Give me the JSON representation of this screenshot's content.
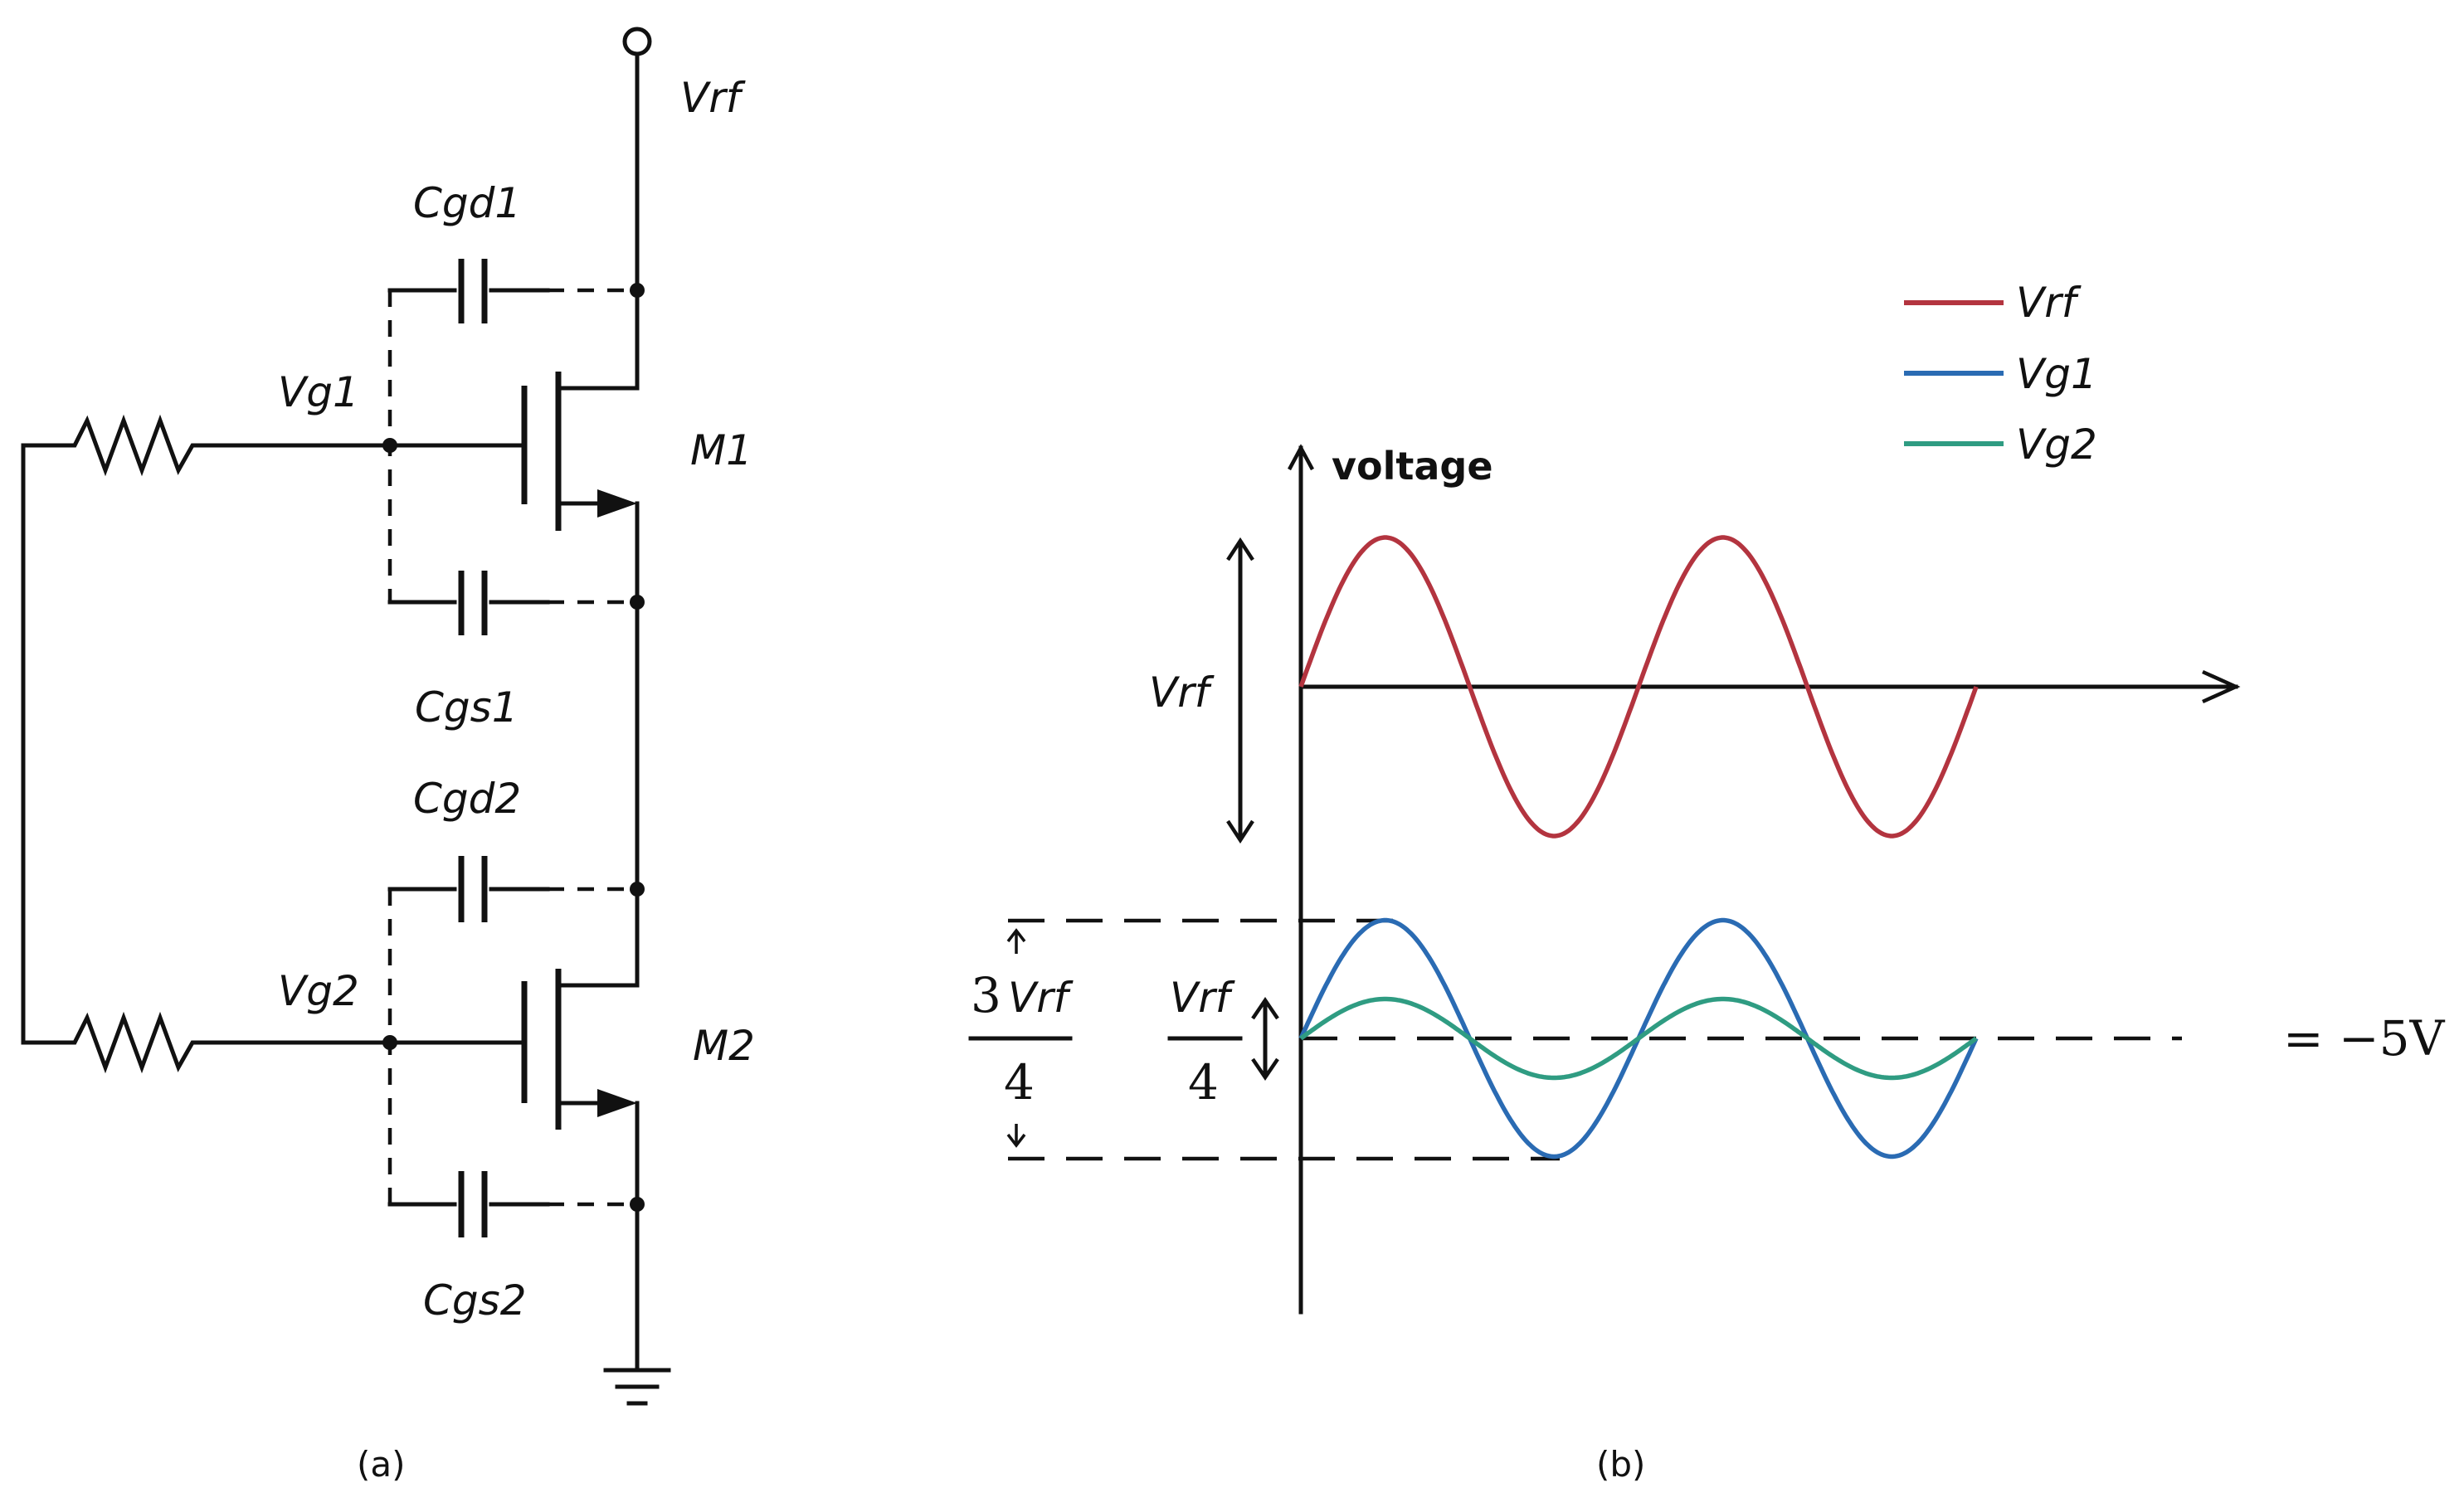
{
  "panel_a": {
    "caption": "(a)",
    "labels": {
      "vrf": "Vrf",
      "cgd1": "Cgd1",
      "cgs1": "Cgs1",
      "cgd2": "Cgd2",
      "cgs2": "Cgs2",
      "vg1": "Vg1",
      "vg2": "Vg2",
      "m1": "M1",
      "m2": "M2"
    }
  },
  "panel_b": {
    "caption": "(b)",
    "y_axis_label": "voltage",
    "vrf_amplitude_label": "Vrf",
    "frac_left": {
      "numerator": "3",
      "num_italic": "Vrf",
      "denominator": "4"
    },
    "frac_right": {
      "numerator": "Vrf",
      "denominator": "4"
    },
    "dc_level_label": "= −5V",
    "legend": [
      {
        "name": "Vrf",
        "color": "#b3343f"
      },
      {
        "name": "Vg1",
        "color": "#2a6bb3"
      },
      {
        "name": "Vg2",
        "color": "#2f9c82"
      }
    ]
  },
  "chart_data": {
    "type": "line",
    "x_cycles": 2,
    "series": [
      {
        "name": "Vrf",
        "color": "#b3343f",
        "amplitude": 1.0,
        "offset": 0
      },
      {
        "name": "Vg1",
        "color": "#2a6bb3",
        "amplitude": 0.75,
        "offset": -5
      },
      {
        "name": "Vg2",
        "color": "#2f9c82",
        "amplitude": 0.25,
        "offset": -5
      }
    ]
  }
}
